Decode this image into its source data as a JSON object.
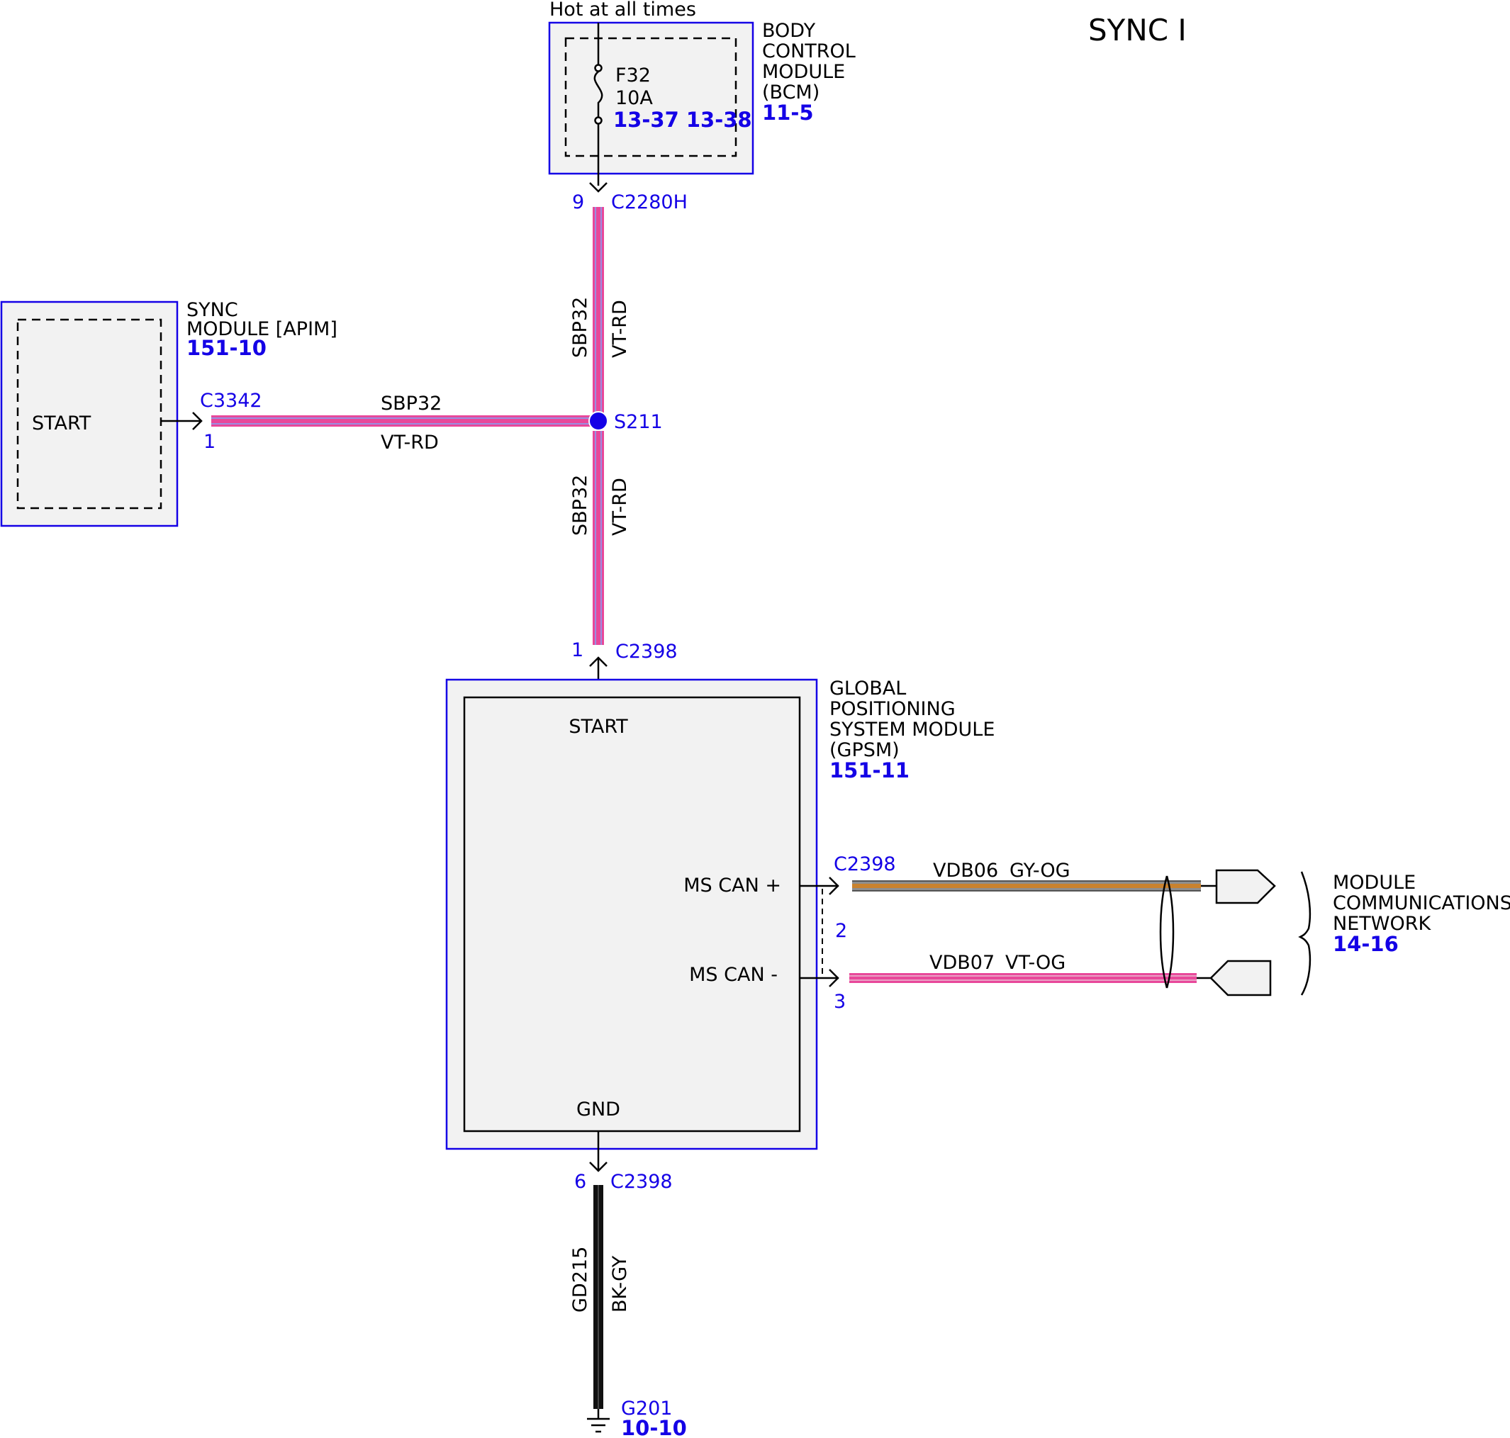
{
  "title": "SYNC I",
  "power_label": "Hot at all times",
  "bcm": {
    "name_lines": [
      "BODY",
      "CONTROL",
      "MODULE",
      "(BCM)"
    ],
    "ref": "11-5",
    "fuse_name": "F32",
    "fuse_rating": "10A",
    "fuse_refs": "13-37 13-38",
    "connector": "C2280H",
    "pin": "9"
  },
  "sync_module": {
    "name_lines": [
      "SYNC",
      "MODULE [APIM]"
    ],
    "ref": "151-10",
    "inner_label": "START",
    "connector": "C3342",
    "pin": "1"
  },
  "splice": {
    "label": "S211"
  },
  "wires": {
    "bcm_to_splice": {
      "circuit": "SBP32",
      "color": "VT-RD"
    },
    "sync_to_splice": {
      "circuit": "SBP32",
      "color": "VT-RD"
    },
    "splice_to_gpsm": {
      "circuit": "SBP32",
      "color": "VT-RD"
    },
    "can_plus": {
      "circuit": "VDB06",
      "color": "GY-OG"
    },
    "can_minus": {
      "circuit": "VDB07",
      "color": "VT-OG"
    },
    "ground": {
      "circuit": "GD215",
      "color": "BK-GY"
    }
  },
  "gpsm": {
    "name_lines": [
      "GLOBAL",
      "POSITIONING",
      "SYSTEM MODULE",
      "(GPSM)"
    ],
    "ref": "151-11",
    "start_label": "START",
    "can_plus_label": "MS CAN +",
    "can_minus_label": "MS CAN -",
    "gnd_label": "GND",
    "start_connector": "C2398",
    "start_pin": "1",
    "can_connector": "C2398",
    "can_plus_pin": "2",
    "can_minus_pin": "3",
    "gnd_connector": "C2398",
    "gnd_pin": "6"
  },
  "network": {
    "name_lines": [
      "MODULE",
      "COMMUNICATIONS",
      "NETWORK"
    ],
    "ref": "14-16"
  },
  "ground": {
    "label": "G201",
    "ref": "10-10"
  },
  "colors": {
    "module_border": "#1400e6",
    "pink_wire": "#e8489a",
    "orange_wire": "#c9822e",
    "gray_wire": "#8e8e8e"
  }
}
